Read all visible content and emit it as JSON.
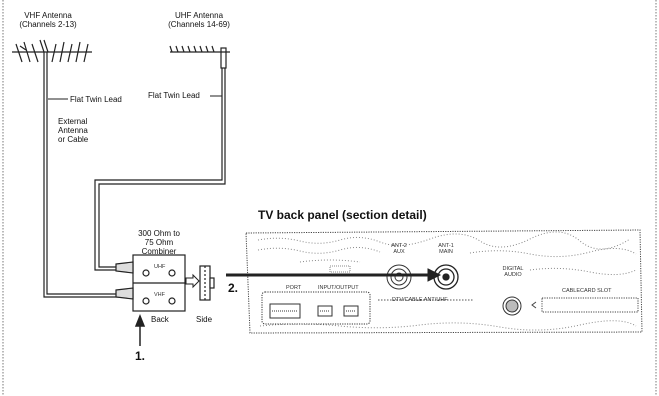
{
  "antennas": {
    "vhf": {
      "name": "VHF Antenna",
      "channels": "(Channels 2-13)"
    },
    "uhf": {
      "name": "UHF Antenna",
      "channels": "(Channels 14-69)"
    }
  },
  "leads": {
    "left": "Flat Twin Lead",
    "right": "Flat Twin Lead"
  },
  "external": {
    "line1": "External",
    "line2": "Antenna",
    "line3": "or Cable"
  },
  "combiner": {
    "line1": "300 Ohm to",
    "line2": "75 Ohm",
    "line3": "Combiner",
    "port_uhf": "UHF",
    "port_vhf": "VHF",
    "back_label": "Back",
    "side_label": "Side"
  },
  "steps": {
    "step1": "1.",
    "step2": "2."
  },
  "panel": {
    "title": "TV back panel (section detail)",
    "ant2": {
      "line1": "ANT-2",
      "line2": "AUX"
    },
    "ant1": {
      "line1": "ANT-1",
      "line2": "MAIN"
    },
    "digital_audio": {
      "line1": "DIGITAL",
      "line2": "AUDIO"
    },
    "port": "PORT",
    "input_output": "INPUT/OUTPUT",
    "dtv_cable": "DTV/CABLE ANT/UHF",
    "card_slot": "CABLECARD SLOT"
  }
}
